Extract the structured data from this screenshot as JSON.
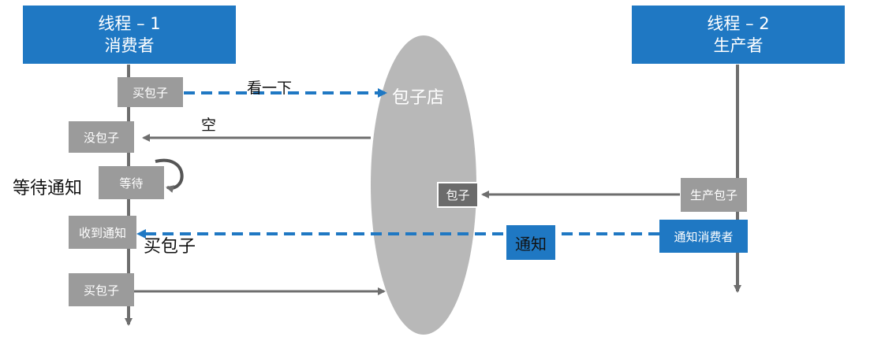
{
  "thread1": {
    "title": "线程 – 1",
    "role": "消费者"
  },
  "thread2": {
    "title": "线程 – 2",
    "role": "生产者"
  },
  "shop": {
    "label": "包子店"
  },
  "consumer_steps": {
    "buy1": "买包子",
    "none": "没包子",
    "wait": "等待",
    "received": "收到通知",
    "buy2": "买包子"
  },
  "producer_steps": {
    "produce": "生产包子",
    "notify_consumer": "通知消费者"
  },
  "shop_item": "包子",
  "edge_labels": {
    "look": "看一下",
    "empty": "空",
    "wait_note": "等待通知",
    "buy_note": "买包子",
    "notify": "通知"
  },
  "colors": {
    "accent": "#1f78c3",
    "box_gray": "#9b9b9b",
    "line_gray": "#6e6e6e",
    "shop_gray": "#b8b8b8"
  }
}
